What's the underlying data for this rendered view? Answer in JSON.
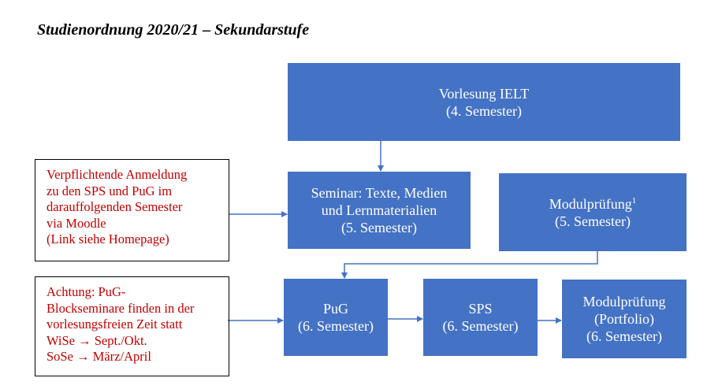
{
  "title": "Studienordnung 2020/21 – Sekundarstufe",
  "boxes": {
    "vorlesung": {
      "line1": "Vorlesung IELT",
      "line2": "(4. Semester)"
    },
    "seminar": {
      "line1": "Seminar: Texte, Medien",
      "line2": "und Lernmaterialien",
      "line3": "(5. Semester)"
    },
    "modulpruefung1": {
      "line1": "Modulprüfung",
      "footnote": "1",
      "line2": "(5. Semester)"
    },
    "pug": {
      "line1": "PuG",
      "line2": "(6. Semester)"
    },
    "sps": {
      "line1": "SPS",
      "line2": "(6. Semester)"
    },
    "modulpruefung2": {
      "line1": "Modulprüfung",
      "line2": "(Portfolio)",
      "line3": "(6. Semester)"
    }
  },
  "notes": {
    "anmeldung": [
      "Verpflichtende Anmeldung",
      "zu den SPS und PuG im",
      "darauffolgenden Semester",
      "via Moodle",
      "(Link siehe Homepage)"
    ],
    "achtung": [
      "Achtung: PuG-",
      "Blockseminare finden in der",
      "vorlesungsfreien Zeit statt",
      "WiSe → Sept./Okt.",
      "SoSe → März/April"
    ]
  },
  "colors": {
    "box": "#4472c4",
    "note_text": "#c00000",
    "arrow": "#4472c4"
  }
}
